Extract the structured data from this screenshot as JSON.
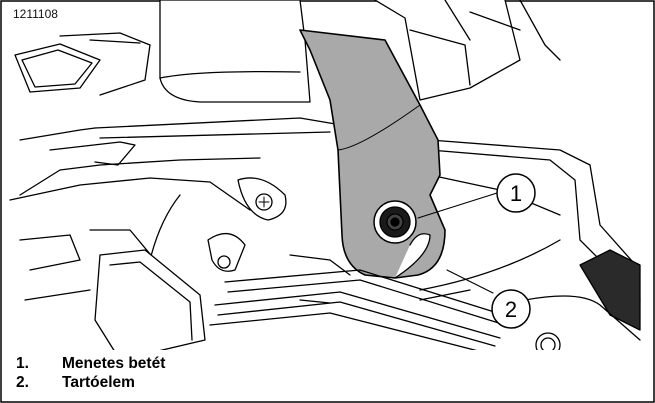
{
  "figure": {
    "id": "1211108",
    "callouts": [
      {
        "number": "1"
      },
      {
        "number": "2"
      }
    ]
  },
  "legend": [
    {
      "number": "1.",
      "text": "Menetes betét"
    },
    {
      "number": "2.",
      "text": "Tartóelem"
    }
  ]
}
